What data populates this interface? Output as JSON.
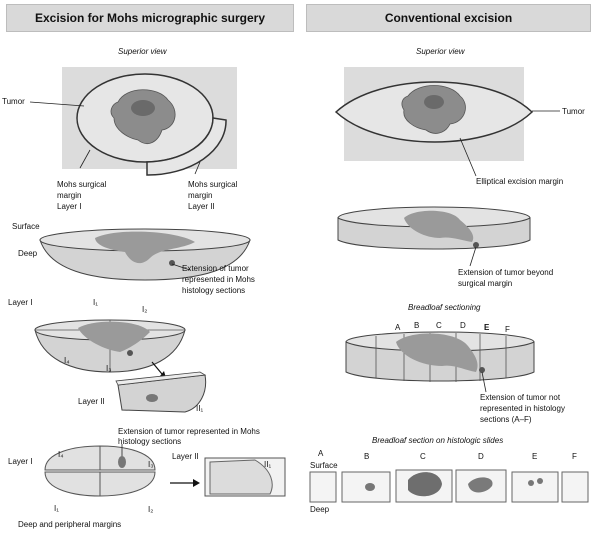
{
  "left": {
    "header": "Excision for Mohs micrographic surgery",
    "superior_view": "Superior view",
    "tumor": "Tumor",
    "margin_layer1": [
      "Mohs surgical",
      "margin",
      "Layer I"
    ],
    "margin_layer2": [
      "Mohs surgical",
      "margin",
      "Layer II"
    ],
    "surface": "Surface",
    "deep": "Deep",
    "extension_note": [
      "Extension of tumor",
      "represented in Mohs",
      "histology sections"
    ],
    "layer1": "Layer I",
    "i1": "I₁",
    "i2": "I₂",
    "i3": "I₃",
    "i4": "I₄",
    "layer2": "Layer II",
    "ii1": "II₁",
    "extension_note2": [
      "Extension of tumor represented in Mohs",
      "histology sections"
    ],
    "layer1_b": "Layer I",
    "i4_b": "I₄",
    "i3_b": "I₃",
    "i1_b": "I₁",
    "i2_b": "I₂",
    "layer2_b": "Layer II",
    "ii1_b": "II₁",
    "deep_peripheral": "Deep and peripheral margins"
  },
  "right": {
    "header": "Conventional excision",
    "superior_view": "Superior view",
    "tumor": "Tumor",
    "elliptical_margin": "Elliptical excision margin",
    "extension_beyond": [
      "Extension of tumor beyond",
      "surgical margin"
    ],
    "breadloaf_title": "Breadloaf sectioning",
    "letters": [
      "A",
      "B",
      "C",
      "D",
      "E",
      "F"
    ],
    "not_represented": [
      "Extension of tumor not",
      "represented in histology",
      "sections (A–F)"
    ],
    "slides_title": "Breadloaf section on histologic slides",
    "slide_letters": [
      "A",
      "B",
      "C",
      "D",
      "E",
      "F"
    ],
    "surface": "Surface",
    "deep": "Deep"
  }
}
